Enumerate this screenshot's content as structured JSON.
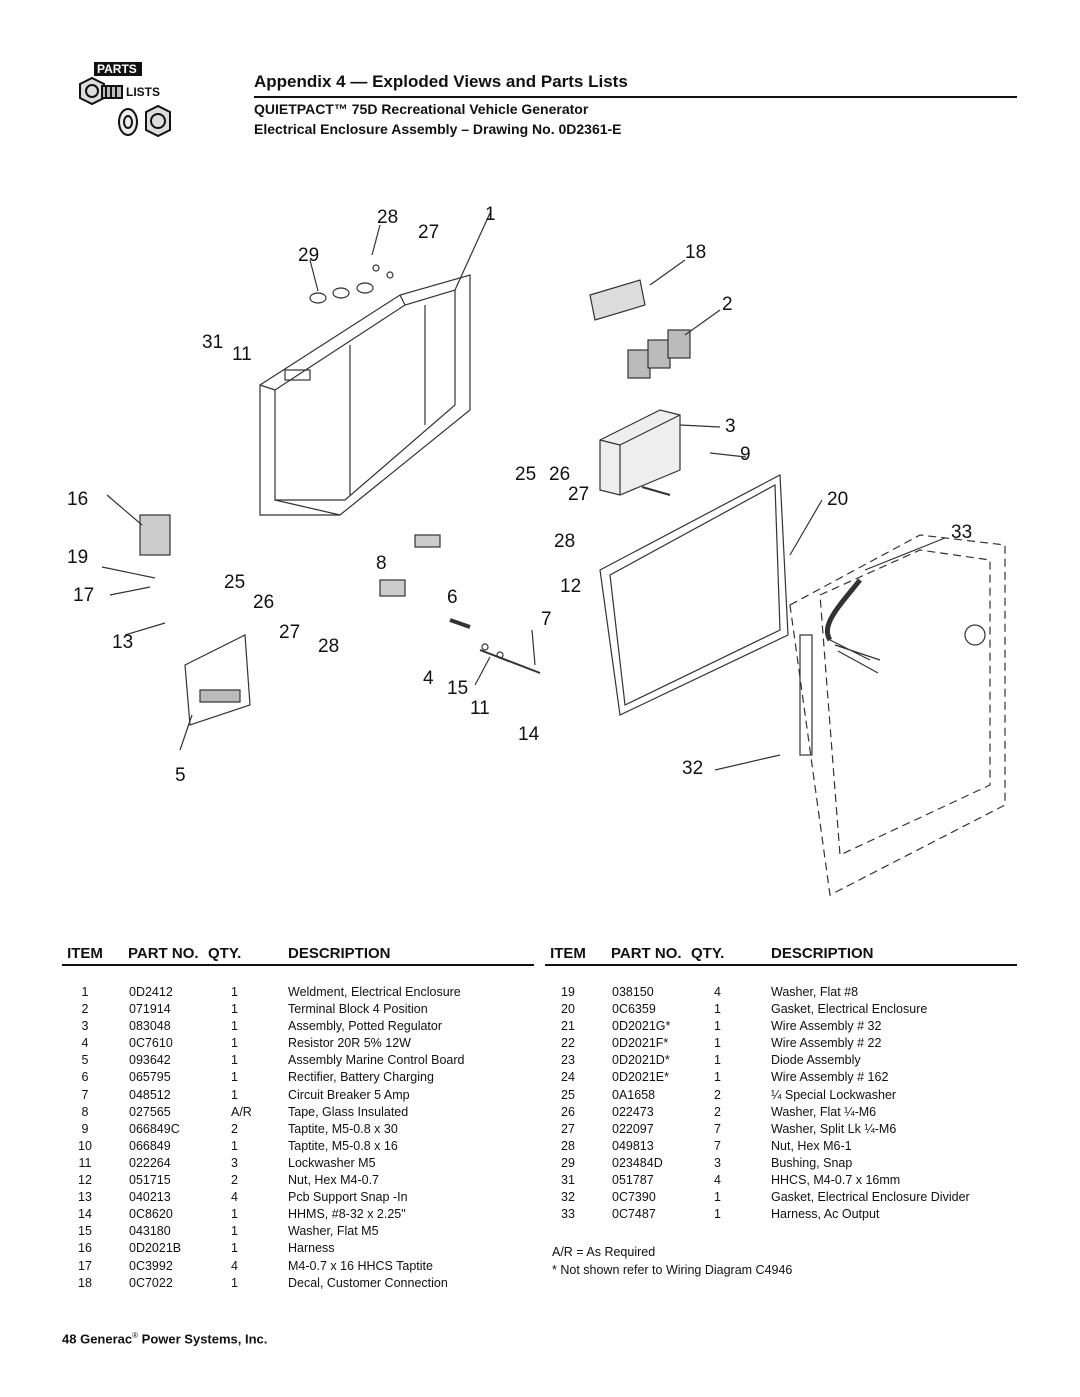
{
  "badge": {
    "line1": "PARTS",
    "line2": "LISTS"
  },
  "header": {
    "title": "Appendix 4 — Exploded Views and Parts Lists",
    "subtitle1": "QUIETPACT™ 75D Recreational Vehicle Generator",
    "subtitle2": "Electrical Enclosure Assembly – Drawing No. 0D2361-E"
  },
  "drawing": {
    "callouts": [
      "28",
      "1",
      "27",
      "29",
      "18",
      "2",
      "31",
      "11",
      "3",
      "9",
      "25",
      "26",
      "16",
      "27",
      "20",
      "33",
      "19",
      "28",
      "8",
      "17",
      "25",
      "6",
      "12",
      "26",
      "7",
      "13",
      "27",
      "28",
      "4",
      "15",
      "11",
      "14",
      "5",
      "32"
    ]
  },
  "table_headers": {
    "item": "ITEM",
    "part_no": "PART NO.",
    "qty": "QTY.",
    "description": "DESCRIPTION"
  },
  "parts_left": [
    {
      "item": "1",
      "part": "0D2412",
      "qty": "1",
      "desc": "Weldment, Electrical Enclosure"
    },
    {
      "item": "2",
      "part": "071914",
      "qty": "1",
      "desc": "Terminal Block 4 Position"
    },
    {
      "item": "3",
      "part": "083048",
      "qty": "1",
      "desc": "Assembly, Potted Regulator"
    },
    {
      "item": "4",
      "part": "0C7610",
      "qty": "1",
      "desc": "Resistor 20R 5% 12W"
    },
    {
      "item": "5",
      "part": "093642",
      "qty": "1",
      "desc": "Assembly Marine Control Board"
    },
    {
      "item": "6",
      "part": "065795",
      "qty": "1",
      "desc": "Rectifier, Battery Charging"
    },
    {
      "item": "7",
      "part": "048512",
      "qty": "1",
      "desc": "Circuit Breaker 5 Amp"
    },
    {
      "item": "8",
      "part": "027565",
      "qty": "A/R",
      "desc": "Tape, Glass Insulated"
    },
    {
      "item": "9",
      "part": "066849C",
      "qty": "2",
      "desc": "Taptite, M5-0.8 x 30"
    },
    {
      "item": "10",
      "part": "066849",
      "qty": "1",
      "desc": "Taptite, M5-0.8 x 16"
    },
    {
      "item": "11",
      "part": "022264",
      "qty": "3",
      "desc": "Lockwasher M5"
    },
    {
      "item": "12",
      "part": "051715",
      "qty": "2",
      "desc": "Nut, Hex M4-0.7"
    },
    {
      "item": "13",
      "part": "040213",
      "qty": "4",
      "desc": "Pcb Support Snap -In"
    },
    {
      "item": "14",
      "part": "0C8620",
      "qty": "1",
      "desc": "HHMS, #8-32 x 2.25\""
    },
    {
      "item": "15",
      "part": "043180",
      "qty": "1",
      "desc": "Washer, Flat M5"
    },
    {
      "item": "16",
      "part": "0D2021B",
      "qty": "1",
      "desc": "Harness"
    },
    {
      "item": "17",
      "part": "0C3992",
      "qty": "4",
      "desc": "M4-0.7 x 16 HHCS Taptite"
    },
    {
      "item": "18",
      "part": "0C7022",
      "qty": "1",
      "desc": "Decal, Customer Connection"
    }
  ],
  "parts_right": [
    {
      "item": "19",
      "part": "038150",
      "qty": "4",
      "desc": "Washer, Flat #8"
    },
    {
      "item": "20",
      "part": "0C6359",
      "qty": "1",
      "desc": "Gasket, Electrical Enclosure"
    },
    {
      "item": "21",
      "part": "0D2021G*",
      "qty": "1",
      "desc": "Wire Assembly # 32"
    },
    {
      "item": "22",
      "part": "0D2021F*",
      "qty": "1",
      "desc": "Wire Assembly # 22"
    },
    {
      "item": "23",
      "part": "0D2021D*",
      "qty": "1",
      "desc": "Diode Assembly"
    },
    {
      "item": "24",
      "part": "0D2021E*",
      "qty": "1",
      "desc": "Wire Assembly # 162"
    },
    {
      "item": "25",
      "part": "0A1658",
      "qty": "2",
      "desc": "¼ Special Lockwasher"
    },
    {
      "item": "26",
      "part": "022473",
      "qty": "2",
      "desc": "Washer, Flat ¼-M6"
    },
    {
      "item": "27",
      "part": "022097",
      "qty": "7",
      "desc": "Washer, Split Lk ¼-M6"
    },
    {
      "item": "28",
      "part": "049813",
      "qty": "7",
      "desc": "Nut, Hex M6-1"
    },
    {
      "item": "29",
      "part": "023484D",
      "qty": "3",
      "desc": "Bushing, Snap"
    },
    {
      "item": "31",
      "part": "051787",
      "qty": "4",
      "desc": "HHCS, M4-0.7 x 16mm"
    },
    {
      "item": "32",
      "part": "0C7390",
      "qty": "1",
      "desc": "Gasket, Electrical Enclosure Divider"
    },
    {
      "item": "33",
      "part": "0C7487",
      "qty": "1",
      "desc": "Harness, Ac Output"
    }
  ],
  "notes": {
    "ar": "A/R  =  As Required",
    "asterisk": "* Not shown refer to Wiring Diagram C4946"
  },
  "footer": {
    "page": "48",
    "company": "Generac",
    "reg": "®",
    "rest": "Power Systems, Inc."
  }
}
